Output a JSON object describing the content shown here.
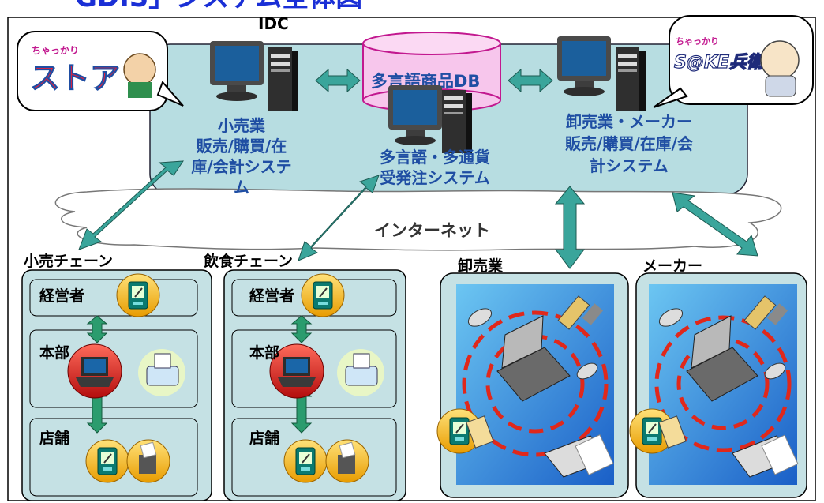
{
  "title": "GDIS」システム全体図",
  "idc_label": "IDC",
  "store_logo": {
    "top": "ちゃっかり",
    "main": "ストア"
  },
  "sake_logo": {
    "top": "ちゃっかり",
    "main": "S@KE兵衛"
  },
  "retail_system": {
    "line1": "小売業",
    "line2": "販売/購買/在",
    "line3": "庫/会計システ",
    "line4": "ム"
  },
  "db_label": "多言語商品DB",
  "order_system": {
    "line1": "多言語・多通貨",
    "line2": "受発注システム"
  },
  "wholesale_system": {
    "line1": "卸売業・メーカー",
    "line2": "販売/購買/在庫/会",
    "line3": "計システム"
  },
  "internet_label": "インターネット",
  "chains": [
    {
      "title": "小売チェーン",
      "exec": "経営者",
      "hq": "本部",
      "shop": "店舗"
    },
    {
      "title": "飲食チェーン",
      "exec": "経営者",
      "hq": "本部",
      "shop": "店舗"
    }
  ],
  "wholesaler_label": "卸売業",
  "maker_label": "メーカー",
  "colors": {
    "title": "#1a2fd6",
    "system_text": "#1f4ea3",
    "idc_fill": "#b7dde1",
    "db_fill": "#f7c6ec",
    "db_stroke": "#c2188f",
    "arrow": "#3aa59b",
    "chain_fill": "#c5e1e4",
    "orb": "#f4b400",
    "net_fill": "#1b8ed6"
  },
  "icons": [
    "computer-icon",
    "server-tower-icon",
    "pda-icon",
    "laptop-icon",
    "printer-icon",
    "satellite-icon",
    "fax-icon",
    "cloud-icon",
    "double-arrow-icon"
  ]
}
